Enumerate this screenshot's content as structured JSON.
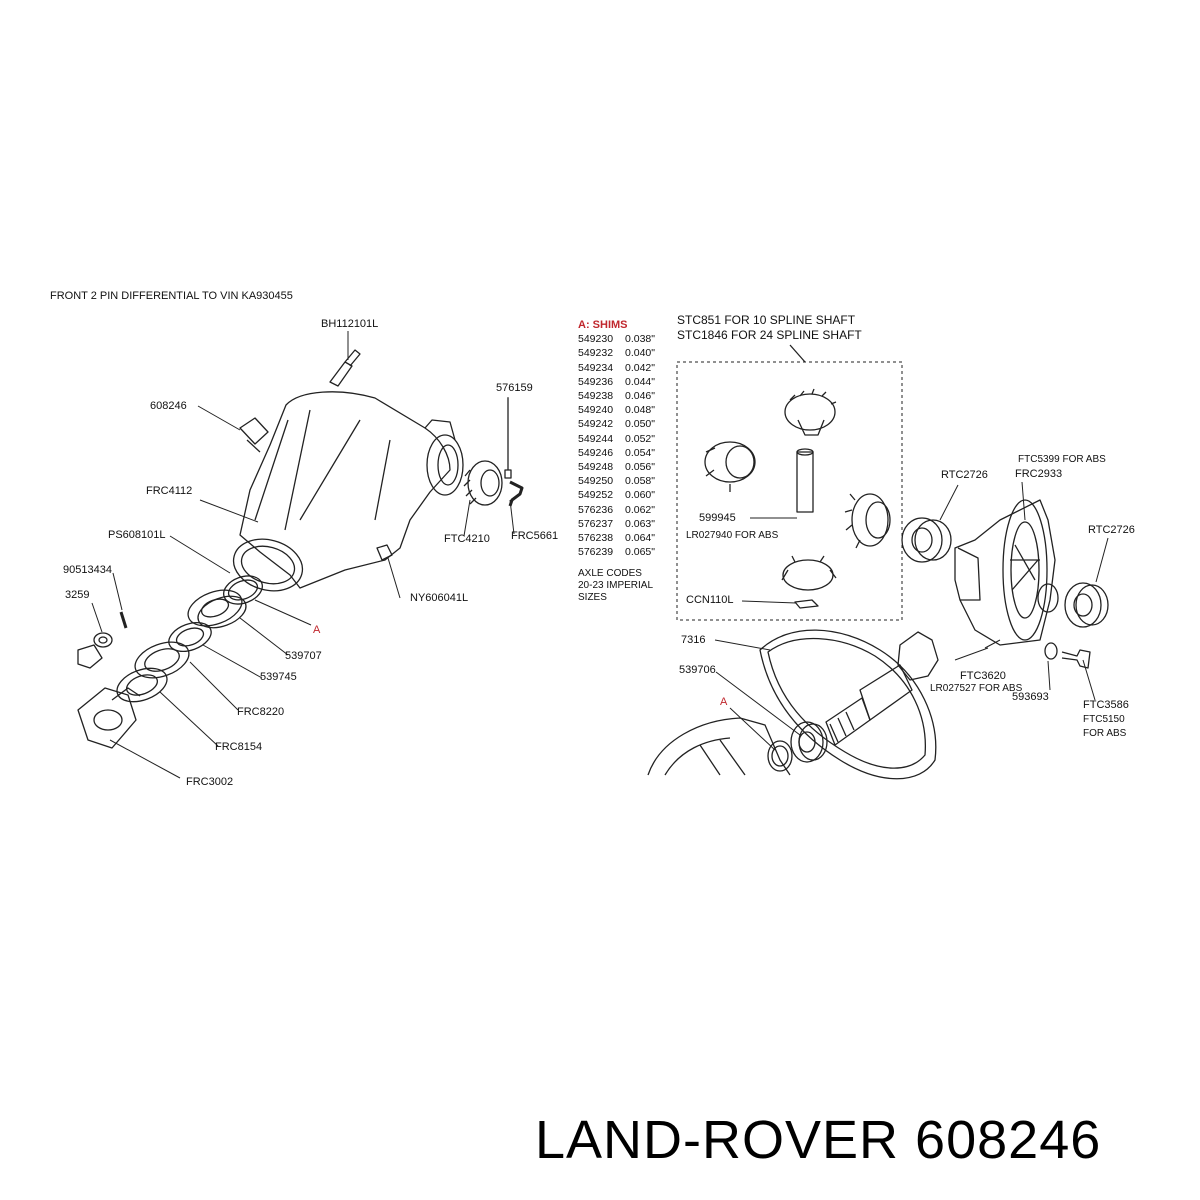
{
  "diagram_title": "FRONT 2 PIN DIFFERENTIAL TO VIN KA930455",
  "shims": {
    "header": "A: SHIMS",
    "rows": [
      {
        "code": "549230",
        "size": "0.038\""
      },
      {
        "code": "549232",
        "size": "0.040\""
      },
      {
        "code": "549234",
        "size": "0.042\""
      },
      {
        "code": "549236",
        "size": "0.044\""
      },
      {
        "code": "549238",
        "size": "0.046\""
      },
      {
        "code": "549240",
        "size": "0.048\""
      },
      {
        "code": "549242",
        "size": "0.050\""
      },
      {
        "code": "549244",
        "size": "0.052\""
      },
      {
        "code": "549246",
        "size": "0.054\""
      },
      {
        "code": "549248",
        "size": "0.056\""
      },
      {
        "code": "549250",
        "size": "0.058\""
      },
      {
        "code": "549252",
        "size": "0.060\""
      },
      {
        "code": "576236",
        "size": "0.062\""
      },
      {
        "code": "576237",
        "size": "0.063\""
      },
      {
        "code": "576238",
        "size": "0.064\""
      },
      {
        "code": "576239",
        "size": "0.065\""
      }
    ],
    "axle_note": [
      "AXLE CODES",
      "20-23 IMPERIAL",
      "SIZES"
    ]
  },
  "spline_note": [
    "STC851 FOR 10 SPLINE SHAFT",
    "STC1846 FOR 24 SPLINE SHAFT"
  ],
  "labels": {
    "bh112101l": "BH112101L",
    "p608246": "608246",
    "p576159": "576159",
    "frc4112": "FRC4112",
    "ps608101l": "PS608101L",
    "p90513434": "90513434",
    "p3259": "3259",
    "ftc4210": "FTC4210",
    "frc5661": "FRC5661",
    "ny606041l": "NY606041L",
    "a_left": "A",
    "p539707": "539707",
    "p539745": "539745",
    "frc8220": "FRC8220",
    "frc8154": "FRC8154",
    "frc3002": "FRC3002",
    "p599945": "599945",
    "lr027940": "LR027940 FOR ABS",
    "ccn110l": "CCN110L",
    "ftc5399": "FTC5399 FOR ABS",
    "frc2933": "FRC2933",
    "rtc2726_top": "RTC2726",
    "rtc2726_right": "RTC2726",
    "p7316": "7316",
    "p539706": "539706",
    "a_right": "A",
    "ftc3620": "FTC3620",
    "lr027527": "LR027527 FOR ABS",
    "p593693": "593693",
    "ftc3586": "FTC3586",
    "ftc5150": "FTC5150",
    "for_abs": "FOR ABS"
  },
  "brand_caption": "LAND-ROVER 608246",
  "colors": {
    "line": "#222222",
    "accent": "#c0272d",
    "background": "#ffffff"
  }
}
